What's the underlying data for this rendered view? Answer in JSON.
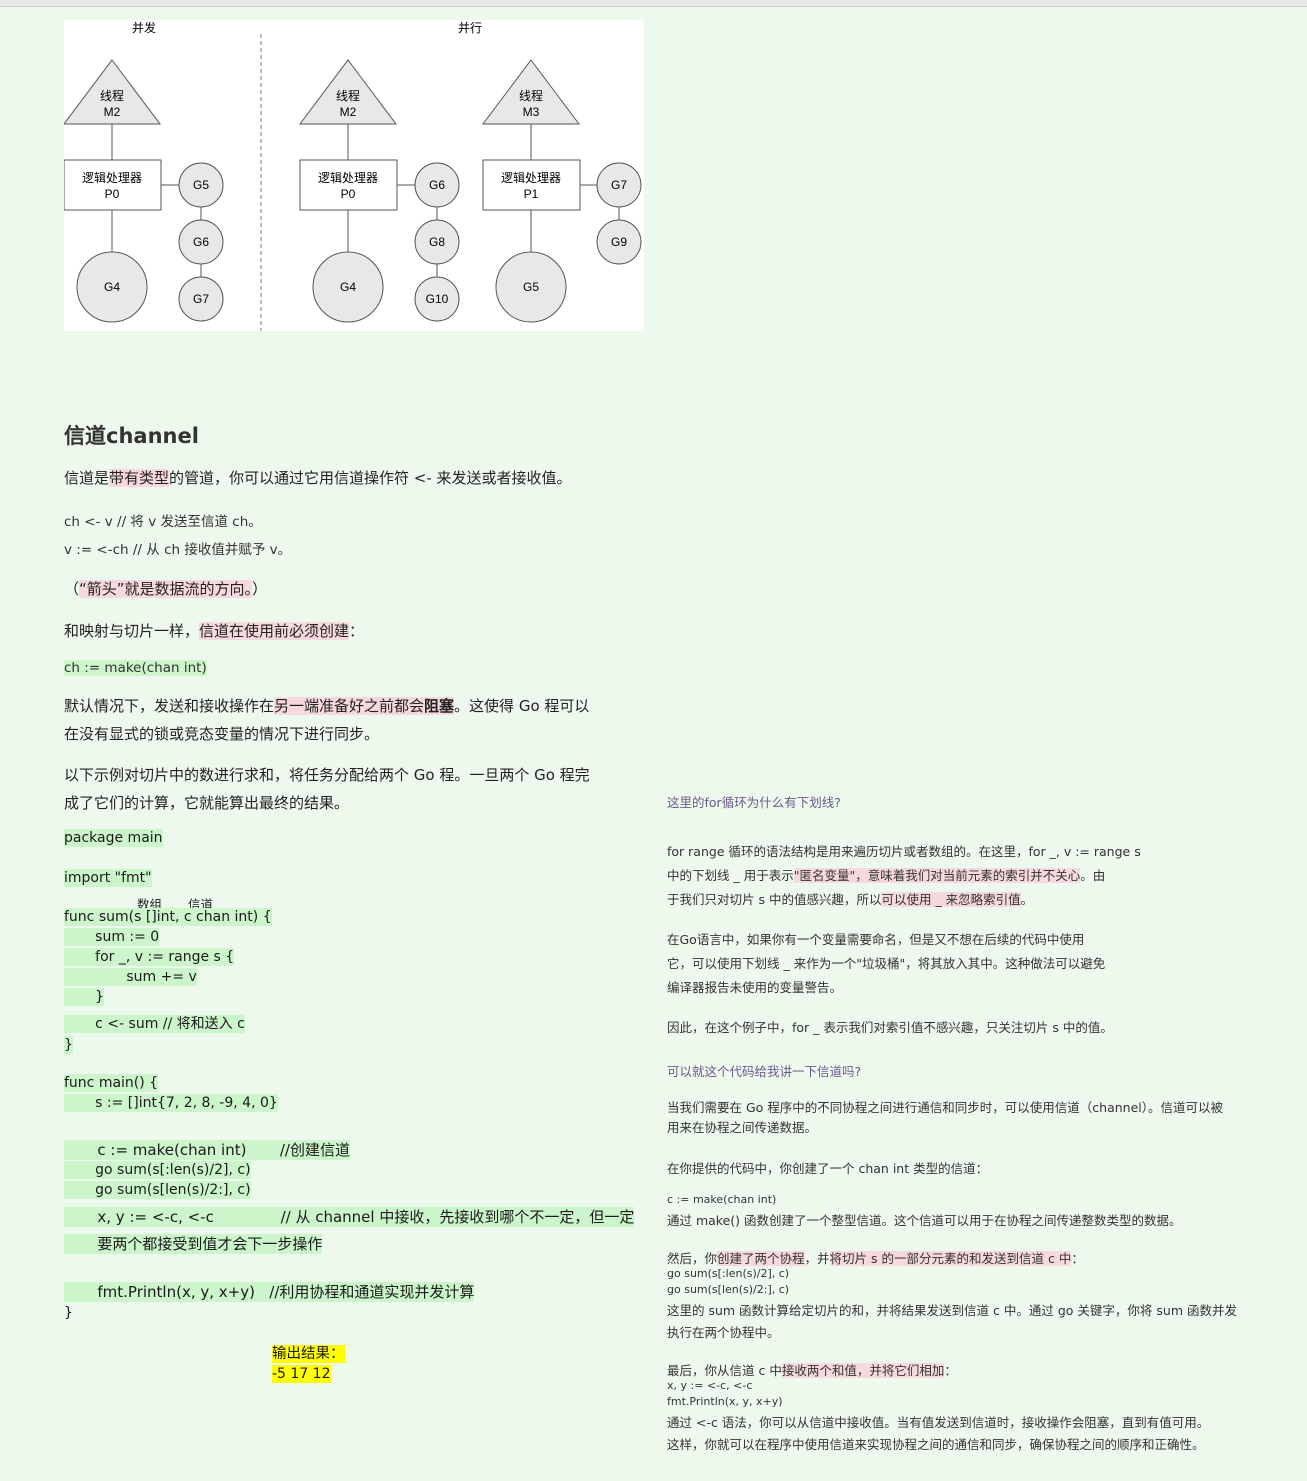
{
  "diagram": {
    "label_concurrency": "并发",
    "label_parallel": "并行",
    "thread_label": "线程",
    "processor_label": "逻辑处理器",
    "left": {
      "thread": "M2",
      "processor": "P0",
      "running": "G4",
      "queue": [
        "G5",
        "G6",
        "G7"
      ]
    },
    "mid": {
      "thread": "M2",
      "processor": "P0",
      "running": "G4",
      "queue": [
        "G6",
        "G8",
        "G10"
      ]
    },
    "right": {
      "thread": "M3",
      "processor": "P1",
      "running": "G5",
      "queue": [
        "G7",
        "G9"
      ]
    }
  },
  "main": {
    "heading": "信道channel",
    "p1_a": "信道是",
    "p1_hl": "带有类型",
    "p1_b": "的管道，你可以通过它用信道操作符 <- 来发送或者接收值。",
    "code1_line1": "ch <- v    // 将 v 发送至信道 ch。",
    "code1_line2": "v := <-ch  // 从 ch 接收值并赋予 v。",
    "p2_a": "（",
    "p2_hl": "“箭头”就是数据流的方向。",
    "p2_b": "）",
    "p3_a": "和映射与切片一样，",
    "p3_hl": "信道在使用前必须创建",
    "p3_b": "：",
    "code2": "ch := make(chan int)",
    "p4_a": "默认情况下，发送和接收操作在",
    "p4_hl": "另一端准备好之前都会",
    "p4_bold": "阻塞",
    "p4_b": "。这使得 Go 程可以",
    "p4_c": "在没有显式的锁或竞态变量的情况下进行同步。",
    "p5_a": "以下示例对切片中的数进行求和，将任务分配给两个 Go 程。一旦两个 Go 程完",
    "p5_b": "成了它们的计算，它就能算出最终的结果。",
    "ann_slice": "数组",
    "ann_chan": "信道",
    "code": {
      "l1": "package main",
      "l2": "import \"fmt\"",
      "l3": "func sum(s []int, c chan int) {",
      "l4": "sum := 0",
      "l5": "for _, v := range s {",
      "l6": "sum += v",
      "l7": "}",
      "l8": "c <- sum // 将和送入 c",
      "l9": "}",
      "l10": "func main() {",
      "l11": "s := []int{7, 2, 8, -9, 4, 0}",
      "l12": "c := make(chan int)       //创建信道",
      "l13": "go sum(s[:len(s)/2], c)",
      "l14": "go sum(s[len(s)/2:], c)",
      "l15a": "x, y := <-c, <-c              // 从 channel 中接收，先接收到哪个不一定，但一定",
      "l15b": "要两个都接受到值才会下一步操作",
      "l16": "fmt.Println(x, y, x+y)   //利用协程和通道实现并发计算",
      "l17": "}"
    },
    "output_label": "输出结果：",
    "output_value": "-5 17 12"
  },
  "side": {
    "q1": "这里的for循环为什么有下划线?",
    "a1_l1": "for range 循环的语法结构是用来遍历切片或者数组的。在这里，for _, v := range s",
    "a1_l2a": "中的下划线 _ 用于表示",
    "a1_l2hl": "\"匿名变量\"，意味着我们对当前元素的索引并不关心",
    "a1_l2b": "。由",
    "a1_l3a": "于我们只对切片 s 中的值感兴趣，所以",
    "a1_l3hl": "可以使用 _ 来忽略索引值",
    "a1_l3b": "。",
    "a2_l1": "在Go语言中，如果你有一个变量需要命名，但是又不想在后续的代码中使用",
    "a2_l2": "它，可以使用下划线 _ 来作为一个\"垃圾桶\"，将其放入其中。这种做法可以避免",
    "a2_l3": "编译器报告未使用的变量警告。",
    "a3": "因此，在这个例子中，for _ 表示我们对索引值不感兴趣，只关注切片 s 中的值。",
    "q2": "可以就这个代码给我讲一下信道吗?",
    "b1_l1": "当我们需要在 Go 程序中的不同协程之间进行通信和同步时，可以使用信道（channel）。信道可以被",
    "b1_l2": "用来在协程之间传递数据。",
    "b2": "在你提供的代码中，你创建了一个 chan int 类型的信道：",
    "b3_code": "c := make(chan int)",
    "b3_text": "通过 make() 函数创建了一个整型信道。这个信道可以用于在协程之间传递整数类型的数据。",
    "b4_a": "然后，你",
    "b4_hl1": "创建了两个协程",
    "b4_b": "，并",
    "b4_hl2": "将切片 s 的一部分元素的和发送到信道 c 中",
    "b4_c": "：",
    "b4_code1": "go sum(s[:len(s)/2], c)",
    "b4_code2": "go sum(s[len(s)/2:], c)",
    "b4_l2": "这里的 sum 函数计算给定切片的和，并将结果发送到信道 c 中。通过 go 关键字，你将 sum 函数并发",
    "b4_l3": "执行在两个协程中。",
    "b5_a": "最后，你从信道 c 中",
    "b5_hl": "接收两个和值，并将它们相加",
    "b5_b": "：",
    "b5_code1": "x, y := <-c, <-c",
    "b5_code2": "fmt.Println(x, y, x+y)",
    "b5_l1": "通过 <-c 语法，你可以从信道中接收值。当有值发送到信道时，接收操作会阻塞，直到有值可用。",
    "b5_l2": "这样，你就可以在程序中使用信道来实现协程之间的通信和同步，确保协程之间的顺序和正确性。"
  }
}
